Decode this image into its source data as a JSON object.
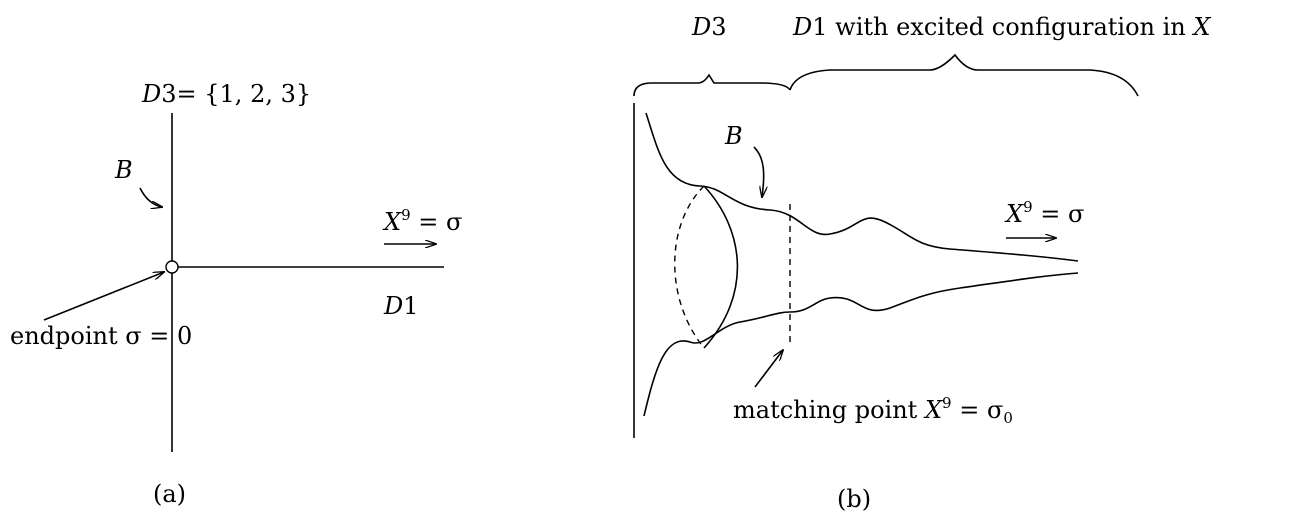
{
  "panel_a": {
    "top_label_prefix": "D",
    "top_label_num": "3",
    "top_label_rest": "= {1, 2, 3}",
    "b_label": "B",
    "arrow_label_var": "X",
    "arrow_label_sup": "9",
    "arrow_label_rest": "= σ",
    "d1_prefix": "D",
    "d1_num": "1",
    "endpoint_text": "endpoint ",
    "endpoint_math": "σ = 0",
    "caption": "(a)"
  },
  "panel_b": {
    "d3_prefix": "D",
    "d3_num": "3",
    "d1_prefix": "D",
    "d1_rest": "1 with excited configuration in ",
    "d1_x": "X",
    "b_label": "B",
    "arrow_label_var": "X",
    "arrow_label_sup": "9",
    "arrow_label_rest": "= σ",
    "matching_text": "matching point ",
    "matching_var": "X",
    "matching_sup": "9",
    "matching_eq": " = σ",
    "matching_sub": "0",
    "caption": "(b)"
  }
}
